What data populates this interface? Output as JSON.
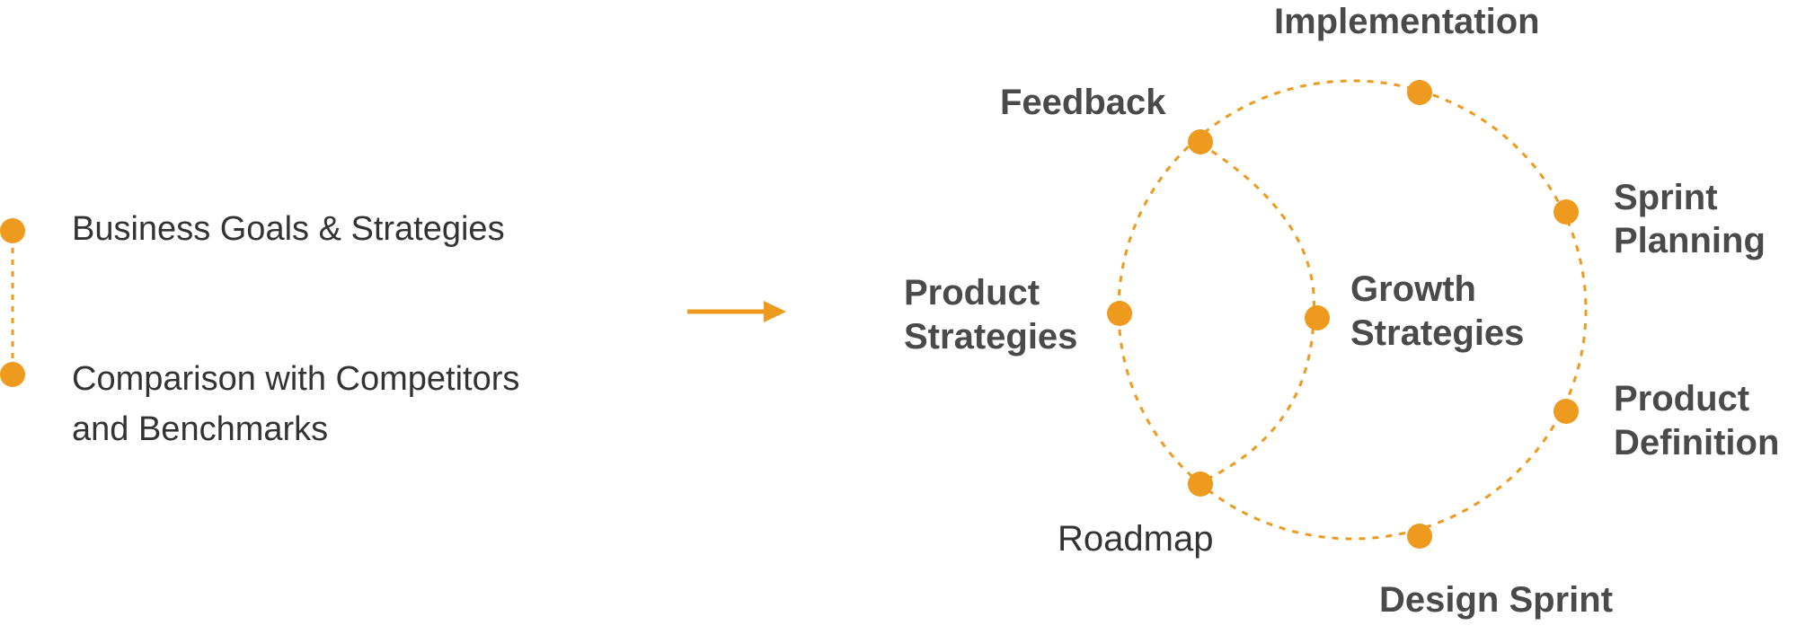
{
  "colors": {
    "accent": "#EE9A1E",
    "text": "#4A4A4A"
  },
  "left_list": {
    "items": [
      {
        "line1": "Business Goals & Strategies",
        "line2": ""
      },
      {
        "line1": "Comparison with Competitors",
        "line2": "and Benchmarks"
      }
    ]
  },
  "arrow": {
    "icon": "right-arrow-icon"
  },
  "cycle": {
    "implementation": {
      "line1": "Implementation"
    },
    "feedback": {
      "line1": "Feedback"
    },
    "sprint_planning": {
      "line1": "Sprint",
      "line2": "Planning"
    },
    "product_strategies": {
      "line1": "Product",
      "line2": "Strategies"
    },
    "growth_strategies": {
      "line1": "Growth",
      "line2": "Strategies"
    },
    "product_definition": {
      "line1": "Product",
      "line2": "Definition"
    },
    "roadmap": {
      "line1": "Roadmap"
    },
    "design_sprint": {
      "line1": "Design Sprint"
    }
  }
}
